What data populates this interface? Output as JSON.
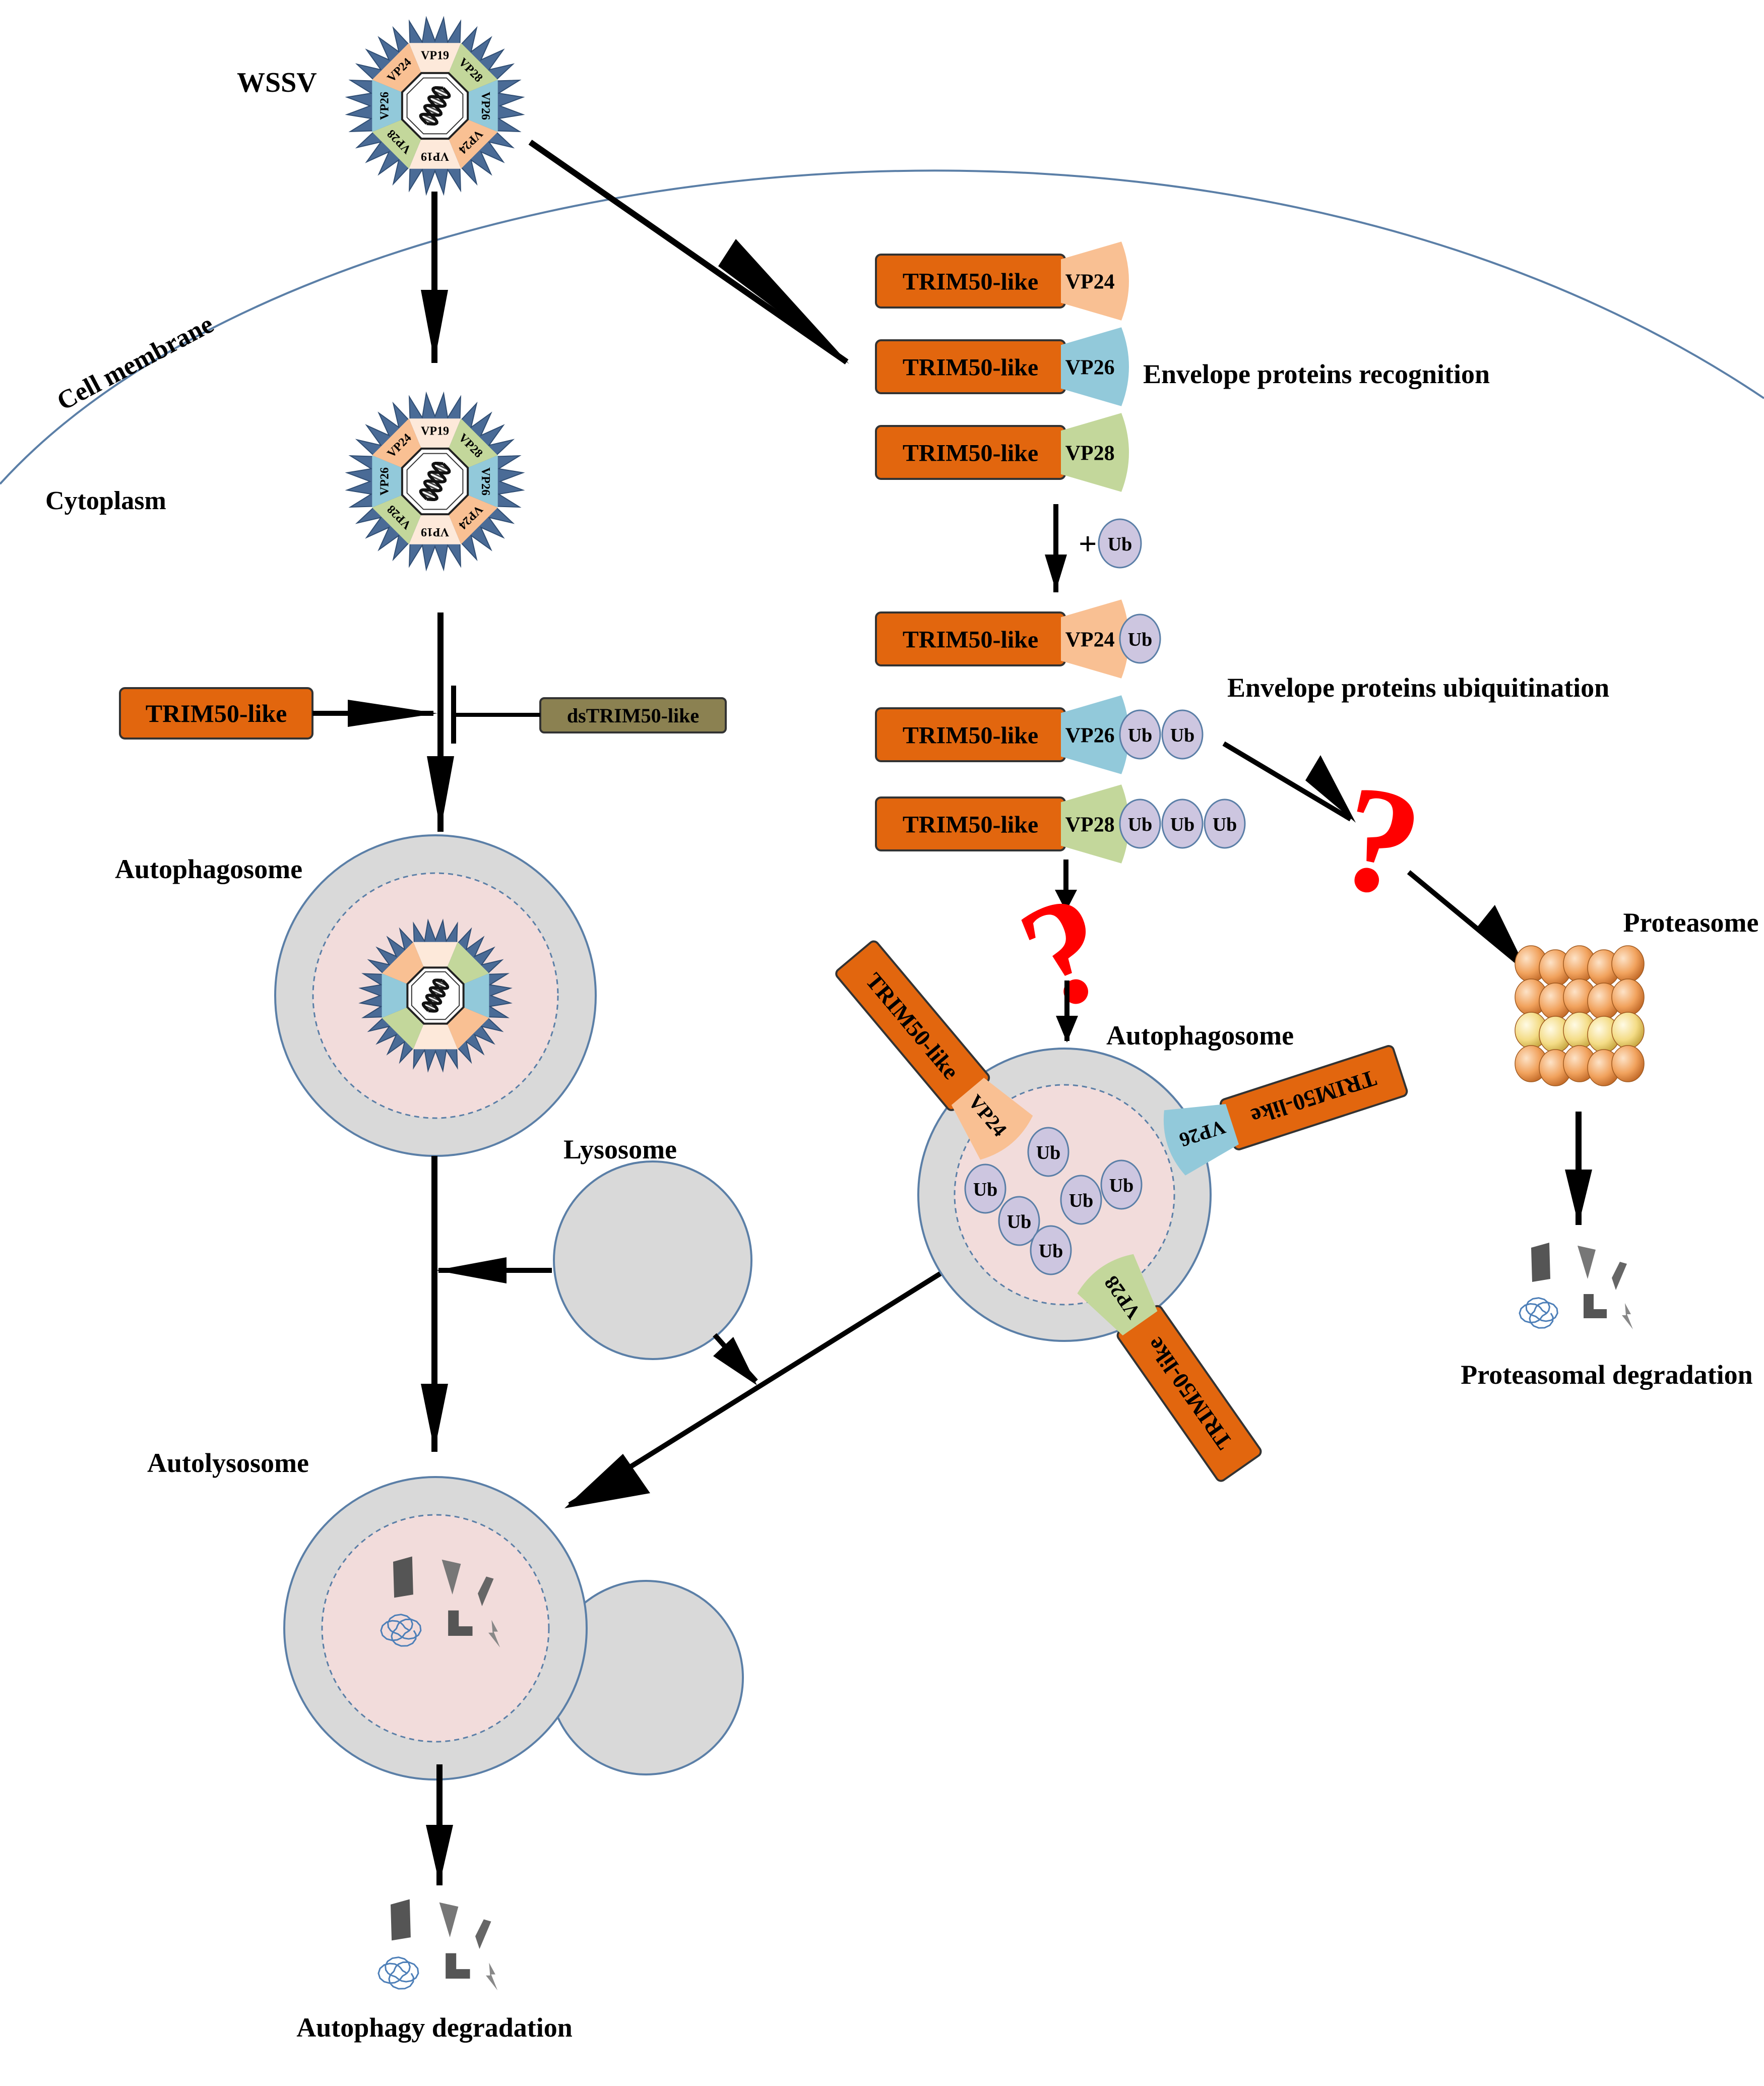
{
  "labels": {
    "wssv": "WSSV",
    "cell_membrane": "Cell membrane",
    "cytoplasm": "Cytoplasm",
    "autophagosome_left": "Autophagosome",
    "autophagosome_right": "Autophagosome",
    "lysosome": "Lysosome",
    "autolysosome": "Autolysosome",
    "autophagy_degradation": "Autophagy degradation",
    "proteasome": "Proteasome",
    "proteasomal_degradation": "Proteasomal degradation",
    "envelope_recognition": "Envelope proteins recognition",
    "envelope_ubiquitination": "Envelope proteins ubiquitination",
    "plus": "+",
    "question": "?"
  },
  "proteins": {
    "trim50": "TRIM50-like",
    "ds_trim50": "dsTRIM50-like",
    "vp19": "VP19",
    "vp24": "VP24",
    "vp26": "VP26",
    "vp28": "VP28",
    "ub": "Ub"
  },
  "colors": {
    "trim50": "#e2660e",
    "ds_trim50": "#8b8151",
    "vp24": "#f9c093",
    "vp26": "#92c9da",
    "vp28": "#c3d79b",
    "vp19": "#fde9da",
    "ub": "#cdc6e0",
    "vesicle_outer": "#d9d9d9",
    "vesicle_inner": "#f2dcdb",
    "membrane_line": "#5b7fa7",
    "question_mark": "#ff0000",
    "arrow": "#000000"
  }
}
